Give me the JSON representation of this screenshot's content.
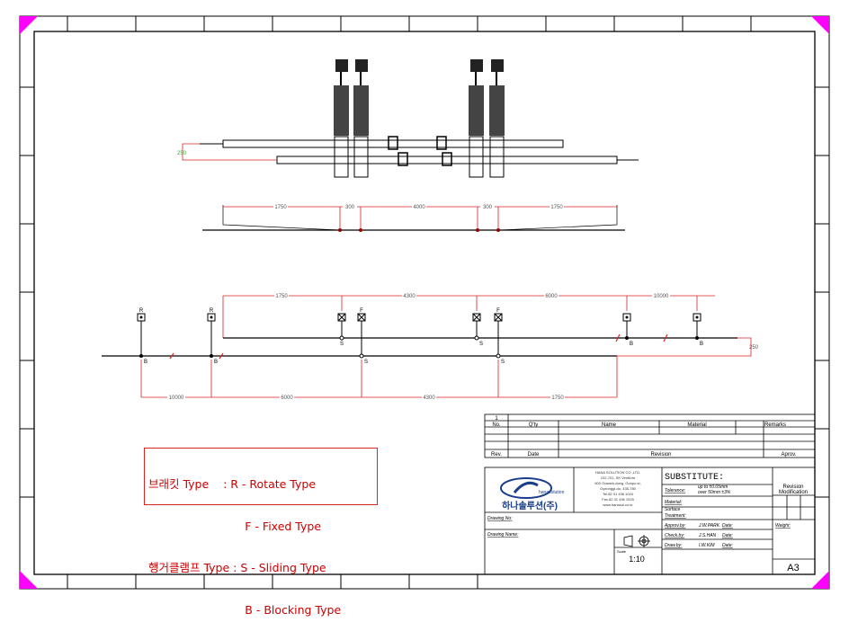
{
  "drawing": {
    "dims_top": [
      "1750",
      "300",
      "4000",
      "300",
      "1750"
    ],
    "dims_mid": [
      "1750",
      "4300",
      "6000",
      "10000"
    ],
    "dims_bot": [
      "10000",
      "6000",
      "4300",
      "1750"
    ],
    "offset_top": "250",
    "offset_right": "250",
    "markers_R": [
      "R",
      "R"
    ],
    "markers_F": [
      "F",
      "F"
    ],
    "label_B": "B",
    "label_S": "S"
  },
  "legend": {
    "line1": "브래킷 Type    : R - Rotate Type",
    "line2": "                           F - Fixed Type",
    "line3": "행거클램프 Type : S - Sliding Type",
    "line4": "                           B - Blocking Type"
  },
  "parts_list": {
    "row_num": "1",
    "headers": [
      "No.",
      "Q'ty",
      "Name",
      "Material",
      "Remarks"
    ],
    "revision_headers": [
      "Rev.",
      "Date",
      "Revision",
      "Aprov."
    ]
  },
  "title_block": {
    "company_name": "하나솔루션(주)",
    "logo_text": "hanasolution",
    "address": [
      "HANA SOLUTION CO.,LTD.",
      "102-701, SK VentiUm",
      "600 Gosaek-dong, Gunpo-si,",
      "Gyeonggi-do, 435-780",
      "Tel.82 31 436 1024",
      "Fax.82 31 436 1025",
      "www.hanasol.co.kr"
    ],
    "substitute": "SUBSTITUTE:",
    "tolerance_label": "Tolerance:",
    "tolerance_value1": "up to ±0.05mm",
    "tolerance_value2": "over 50mm ±3%",
    "material_label": "Material:",
    "surface_label": "Surface",
    "treatment_label": "Treatment:",
    "revision_label": "Revision",
    "modification_label": "Modification",
    "approv_label": "Approv.by:",
    "approv_name": "J.W.PARK",
    "check_label": "Check.by:",
    "check_name": "J.S.HAN",
    "drawn_label": "Draw.by:",
    "drawn_name": "I.W.KIM",
    "date_label": "Date:",
    "weight_label": "Weight:",
    "drawing_no_label": "Drawing No:",
    "drawing_name_label": "Drawing Name:",
    "scale_label": "Scale",
    "scale_value": "1:10",
    "sheet_size": "A3"
  }
}
